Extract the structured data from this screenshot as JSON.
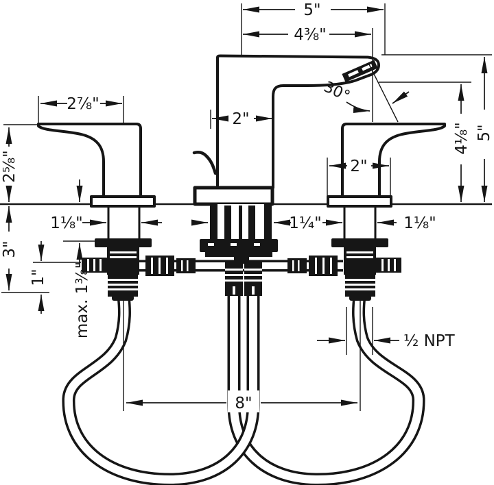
{
  "dims": {
    "spout_reach_total": "5\"",
    "aerator_reach": "4⅜\"",
    "handle_length": "2⅞\"",
    "spout_body_width": "2\"",
    "handle_body_width": "2\"",
    "handle_height": "2⅝\"",
    "spout_height": "5\"",
    "outlet_height": "4⅛\"",
    "under_deck_depth": "3\"",
    "thread_length": "1\"",
    "max_deck_thickness": "max. 1⅜\"",
    "left_shank_diameter": "1⅛\"",
    "center_shank_diameter": "1¼\"",
    "right_shank_diameter": "1⅛\"",
    "outlet_angle": "30°",
    "supply_connection": "½ NPT",
    "faucet_spread": "8\""
  }
}
